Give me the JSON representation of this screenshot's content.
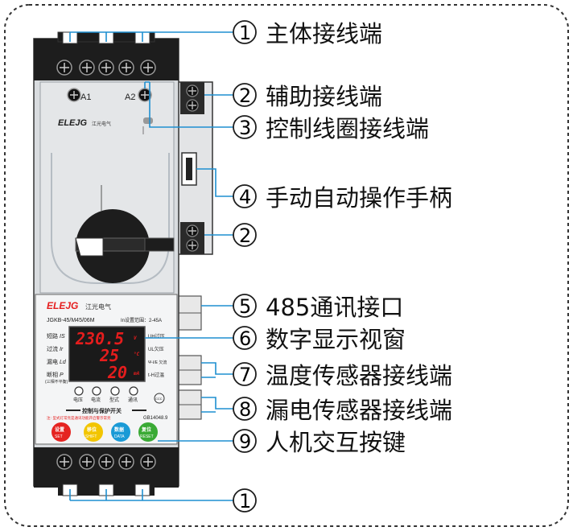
{
  "device": {
    "brand": "ELEJG",
    "brand_cn": "江光电气",
    "model": "JGKB-45/M45/06M",
    "in_range": "In设置范围：2-45A",
    "terminal_a1": "A1",
    "terminal_a2": "A2",
    "left_labels": [
      {
        "cn": "短路",
        "sym": "IS"
      },
      {
        "cn": "过流",
        "sym": "Ir"
      },
      {
        "cn": "漏电",
        "sym": "Ld"
      },
      {
        "cn": "断相",
        "sym": "P"
      }
    ],
    "left_label_note": "(三相不平衡)",
    "right_labels": [
      "UH过压",
      "UL欠压",
      "Ψ-I/E 欠流",
      "t-H过温"
    ],
    "display_values": [
      "230.5",
      "25",
      "20"
    ],
    "display_units": [
      "V",
      "°C",
      "mA"
    ],
    "small_buttons": [
      "电压",
      "电流",
      "型式",
      "通讯"
    ],
    "product_title": "控制与保护开关",
    "ccc": "CCC",
    "standard": "GB14048.9",
    "warning": "注: 型式灯常亮是通讯功能开启警示常亮",
    "keys": [
      {
        "cn": "设置",
        "en": "SET",
        "color": "#e52421"
      },
      {
        "cn": "移位",
        "en": "SHIFT",
        "color": "#f2c500"
      },
      {
        "cn": "数据",
        "en": "DATA",
        "color": "#1a9ad6"
      },
      {
        "cn": "复位",
        "en": "RESET",
        "color": "#3aaa35"
      }
    ]
  },
  "callouts": [
    {
      "num": "1",
      "label": "主体接线端"
    },
    {
      "num": "2",
      "label": "辅助接线端"
    },
    {
      "num": "3",
      "label": "控制线圈接线端"
    },
    {
      "num": "4",
      "label": "手动自动操作手柄"
    },
    {
      "num": "2",
      "label": ""
    },
    {
      "num": "5",
      "label": "485通讯接口"
    },
    {
      "num": "6",
      "label": "数字显示视窗"
    },
    {
      "num": "7",
      "label": "温度传感器接线端"
    },
    {
      "num": "8",
      "label": "漏电传感器接线端"
    },
    {
      "num": "9",
      "label": "人机交互按键"
    },
    {
      "num": "1",
      "label": ""
    }
  ],
  "colors": {
    "body_gray": "#d9dcdf",
    "dark": "#1d1d1d",
    "display_red": "#e51d1d",
    "accent_blue": "#1e8fd0"
  }
}
